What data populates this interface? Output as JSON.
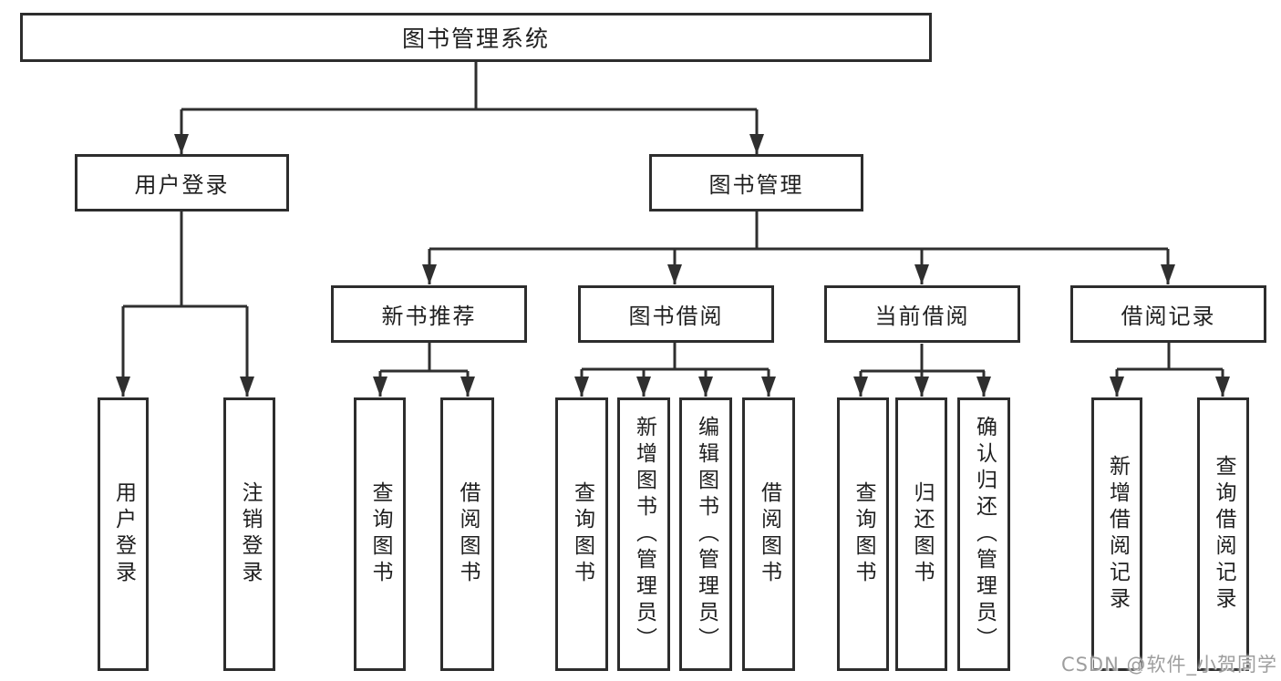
{
  "tree": {
    "root": {
      "label": "图书管理系统"
    },
    "branches": [
      {
        "label": "用户登录",
        "children": [
          {
            "label": "用户登录"
          },
          {
            "label": "注销登录"
          }
        ]
      },
      {
        "label": "图书管理",
        "children": [
          {
            "label": "新书推荐",
            "children": [
              {
                "label": "查询图书"
              },
              {
                "label": "借阅图书"
              }
            ]
          },
          {
            "label": "图书借阅",
            "children": [
              {
                "label": "查询图书"
              },
              {
                "label": "新增图书（管理员）"
              },
              {
                "label": "编辑图书（管理员）"
              },
              {
                "label": "借阅图书"
              }
            ]
          },
          {
            "label": "当前借阅",
            "children": [
              {
                "label": "查询图书"
              },
              {
                "label": "归还图书"
              },
              {
                "label": "确认归还（管理员）"
              }
            ]
          },
          {
            "label": "借阅记录",
            "children": [
              {
                "label": "新增借阅记录"
              },
              {
                "label": "查询借阅记录"
              }
            ]
          }
        ]
      }
    ]
  },
  "watermark": {
    "text": "CSDN @软件_小贺同学"
  },
  "colors": {
    "line": "#2f2f2f",
    "box_border": "#2d2d2d",
    "box_fill": "#ffffff",
    "text": "#1f1f1f",
    "background": "#ffffff",
    "watermark": "#9e9e9e"
  }
}
